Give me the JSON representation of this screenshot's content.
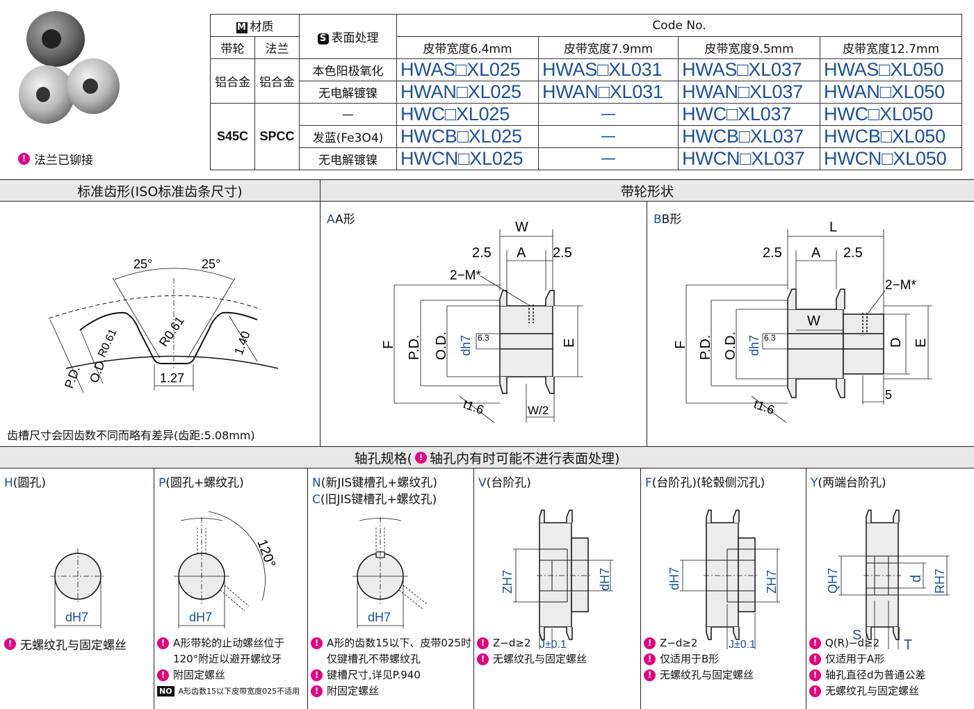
{
  "product_note": "法兰已铆接",
  "table": {
    "header": {
      "material": "材质",
      "material_badge": "M",
      "pulley": "带轮",
      "flange": "法兰",
      "surface": "表面处理",
      "surface_badge": "S",
      "code_no": "Code No.",
      "widths": [
        "皮带宽度6.4mm",
        "皮带宽度7.9mm",
        "皮带宽度9.5mm",
        "皮带宽度12.7mm"
      ]
    },
    "groups": [
      {
        "pulley": "铝合金",
        "flange": "铝合金",
        "rows": [
          {
            "surface": "本色阳极氧化",
            "codes": [
              "HWAS□XL025",
              "HWAS□XL031",
              "HWAS□XL037",
              "HWAS□XL050"
            ]
          },
          {
            "surface": "无电解镀镍",
            "codes": [
              "HWAN□XL025",
              "HWAN□XL031",
              "HWAN□XL037",
              "HWAN□XL050"
            ]
          }
        ]
      },
      {
        "pulley": "S45C",
        "flange": "SPCC",
        "rows": [
          {
            "surface": "—",
            "codes": [
              "HWC□XL025",
              "—",
              "HWC□XL037",
              "HWC□XL050"
            ]
          },
          {
            "surface": "发蓝(Fe3O4)",
            "codes": [
              "HWCB□XL025",
              "—",
              "HWCB□XL037",
              "HWCB□XL050"
            ]
          },
          {
            "surface": "无电解镀镍",
            "codes": [
              "HWCN□XL025",
              "—",
              "HWCN□XL037",
              "HWCN□XL050"
            ]
          }
        ]
      }
    ]
  },
  "sections": {
    "tooth_profile": "标准齿形(ISO标准齿条尺寸)",
    "pulley_shape": "带轮形状",
    "bore_spec": "轴孔规格(",
    "bore_spec_note": "轴孔内有时可能不进行表面处理)"
  },
  "tooth_profile": {
    "angles": [
      "25°",
      "25°"
    ],
    "labels": [
      "P.D.",
      "O.D.",
      "R0.61",
      "R0.61",
      "1.40",
      "1.27"
    ],
    "footnote": "齿槽尺寸会因齿数不同而略有差异(齿距:5.08mm)"
  },
  "shape_a": {
    "title": "A形",
    "dims": {
      "w": "W",
      "a": "A",
      "left": "2.5",
      "right": "2.5",
      "thread": "2−M*",
      "f": "F",
      "pd": "P.D.",
      "od": "O.D.",
      "d": "dh7",
      "rough": "6.3",
      "e": "E",
      "t": "t1.6",
      "w2": "W/2"
    }
  },
  "shape_b": {
    "title": "B形",
    "dims": {
      "l": "L",
      "a": "A",
      "left": "2.5",
      "right": "2.5",
      "thread": "2−M*",
      "w": "W",
      "f": "F",
      "pd": "P.D.",
      "od": "O.D.",
      "d": "dh7",
      "rough": "6.3",
      "dd": "D",
      "e": "E",
      "five": "5",
      "t": "t1.6"
    }
  },
  "bores": [
    {
      "code": "H",
      "name": "(圆孔)",
      "notes": [
        "无螺纹孔与固定螺丝"
      ],
      "dim": "dH7"
    },
    {
      "code": "P",
      "name": "(圆孔+螺纹孔)",
      "notes": [
        "A形带轮的止动螺丝位于",
        "120°附近以避开螺纹牙",
        "附固定螺丝"
      ],
      "no_note": "A形齿数15以下皮带宽度025不适用",
      "dim": "dH7",
      "angle": "120°"
    },
    {
      "code": "N",
      "name": "(新JIS键槽孔+螺纹孔)",
      "code2": "C",
      "name2": "(旧JIS键槽孔+螺纹孔)",
      "notes": [
        "A形的齿数15以下、皮带025时",
        "仅键槽孔不带螺纹孔",
        "键槽尺寸,详见P.940",
        "附固定螺丝"
      ],
      "dim": "dH7"
    },
    {
      "code": "V",
      "name": "(台阶孔)",
      "notes": [
        "Z−d≥2",
        "无螺纹孔与固定螺丝"
      ],
      "dim_z": "ZH7",
      "dim_d": "dH7",
      "dim_j": "J±0.1"
    },
    {
      "code": "F",
      "name": "(台阶孔)(轮毂侧沉孔)",
      "notes": [
        "Z−d≥2",
        "仅适用于B形",
        "无螺纹孔与固定螺丝"
      ],
      "dim_z": "ZH7",
      "dim_d": "dH7",
      "dim_j": "J±0.1"
    },
    {
      "code": "Y",
      "name": "(两端台阶孔)",
      "notes": [
        "Q(R)−d≥2",
        "仅适用于A形",
        "轴孔直径d为普通公差",
        "无螺纹孔与固定螺丝"
      ],
      "dim_q": "QH7",
      "dim_d": "d",
      "dim_r": "RH7",
      "dim_s": "S",
      "dim_t": "T"
    }
  ],
  "colors": {
    "accent": "#1a4f9c",
    "warning": "#e4007f",
    "section_bg": "#e8e8e8"
  }
}
